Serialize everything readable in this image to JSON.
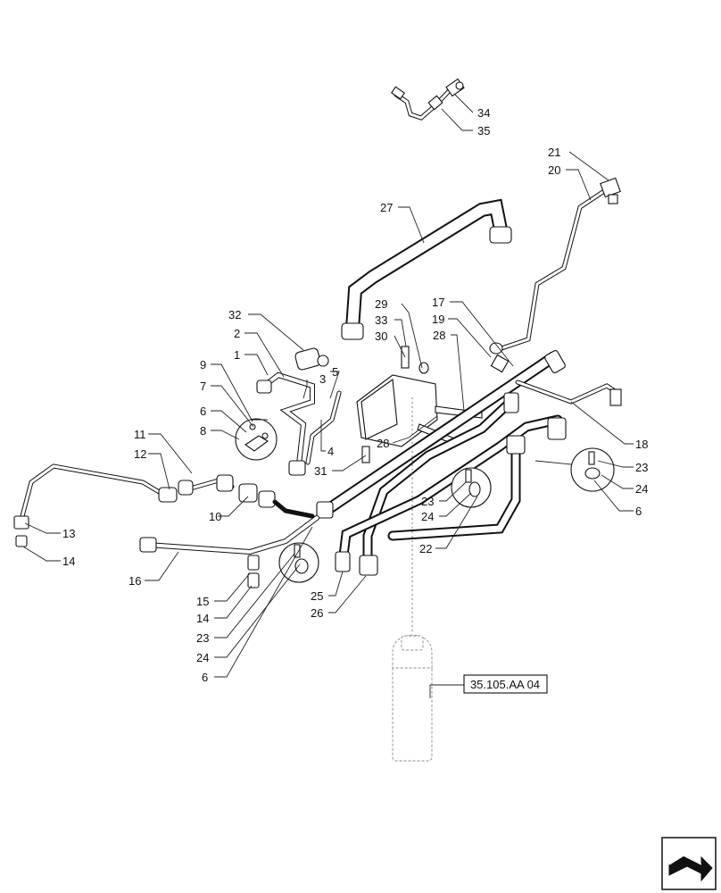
{
  "reference": {
    "text": "35.105.AA 04"
  },
  "callouts": [
    {
      "id": "c34",
      "text": "34"
    },
    {
      "id": "c35",
      "text": "35"
    },
    {
      "id": "c21",
      "text": "21"
    },
    {
      "id": "c20",
      "text": "20"
    },
    {
      "id": "c27",
      "text": "27"
    },
    {
      "id": "c17",
      "text": "17"
    },
    {
      "id": "c19",
      "text": "19"
    },
    {
      "id": "c29",
      "text": "29"
    },
    {
      "id": "c33",
      "text": "33"
    },
    {
      "id": "c30",
      "text": "30"
    },
    {
      "id": "c28a",
      "text": "28"
    },
    {
      "id": "c32",
      "text": "32"
    },
    {
      "id": "c2",
      "text": "2"
    },
    {
      "id": "c1",
      "text": "1"
    },
    {
      "id": "c3",
      "text": "3"
    },
    {
      "id": "c5",
      "text": "5"
    },
    {
      "id": "c9",
      "text": "9"
    },
    {
      "id": "c7",
      "text": "7"
    },
    {
      "id": "c6a",
      "text": "6"
    },
    {
      "id": "c8",
      "text": "8"
    },
    {
      "id": "c4",
      "text": "4"
    },
    {
      "id": "c28b",
      "text": "28"
    },
    {
      "id": "c18",
      "text": "18"
    },
    {
      "id": "c11",
      "text": "11"
    },
    {
      "id": "c12",
      "text": "12"
    },
    {
      "id": "c31",
      "text": "31"
    },
    {
      "id": "c23a",
      "text": "23"
    },
    {
      "id": "c24a",
      "text": "24"
    },
    {
      "id": "c6b",
      "text": "6"
    },
    {
      "id": "c10",
      "text": "10"
    },
    {
      "id": "c23b",
      "text": "23"
    },
    {
      "id": "c24b",
      "text": "24"
    },
    {
      "id": "c13",
      "text": "13"
    },
    {
      "id": "c14a",
      "text": "14"
    },
    {
      "id": "c22",
      "text": "22"
    },
    {
      "id": "c16",
      "text": "16"
    },
    {
      "id": "c25",
      "text": "25"
    },
    {
      "id": "c15",
      "text": "15"
    },
    {
      "id": "c26",
      "text": "26"
    },
    {
      "id": "c14b",
      "text": "14"
    },
    {
      "id": "c23c",
      "text": "23"
    },
    {
      "id": "c24c",
      "text": "24"
    },
    {
      "id": "c6c",
      "text": "6"
    }
  ]
}
